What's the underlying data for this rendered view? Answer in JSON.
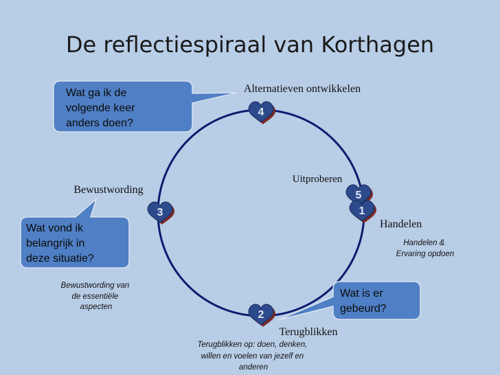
{
  "title": "De reflectiespiraal van Korthagen",
  "colors": {
    "background": "#b8cde6",
    "circle": "#0d1a6e",
    "heart_fill": "#2c4a8c",
    "heart_shadow": "#7a2a2a",
    "bubble_fill": "#4f7fc4",
    "bubble_stroke": "#d8e2f0"
  },
  "phases": [
    {
      "number": "1",
      "label": "Handelen",
      "description": "Handelen & Ervaring opdoen"
    },
    {
      "number": "2",
      "label": "Terugblikken",
      "description": "Terugblikken op: doen, denken, willen en voelen van jezelf en anderen"
    },
    {
      "number": "3",
      "label": "Bewustwording",
      "description": "Bewustwording van de essentiële aspecten"
    },
    {
      "number": "4",
      "label": "Alternatieven ontwikkelen",
      "description": ""
    },
    {
      "number": "5",
      "label": "Uitproberen",
      "description": ""
    }
  ],
  "desc_lines": {
    "handelen": [
      "Handelen &",
      "Ervaring opdoen"
    ],
    "terugblikken": [
      "Terugblikken op: doen, denken,",
      "willen en voelen van jezelf en",
      "anderen"
    ],
    "bewustwording": [
      "Bewustwording van",
      "de essentiële",
      "aspecten"
    ]
  },
  "bubbles": {
    "alternatieven": [
      "Wat ga ik de",
      "volgende keer",
      "anders doen?"
    ],
    "bewustwording": [
      "Wat vond ik",
      "belangrijk in",
      "deze situatie?"
    ],
    "terugblikken": [
      "Wat is er",
      "gebeurd?"
    ]
  }
}
